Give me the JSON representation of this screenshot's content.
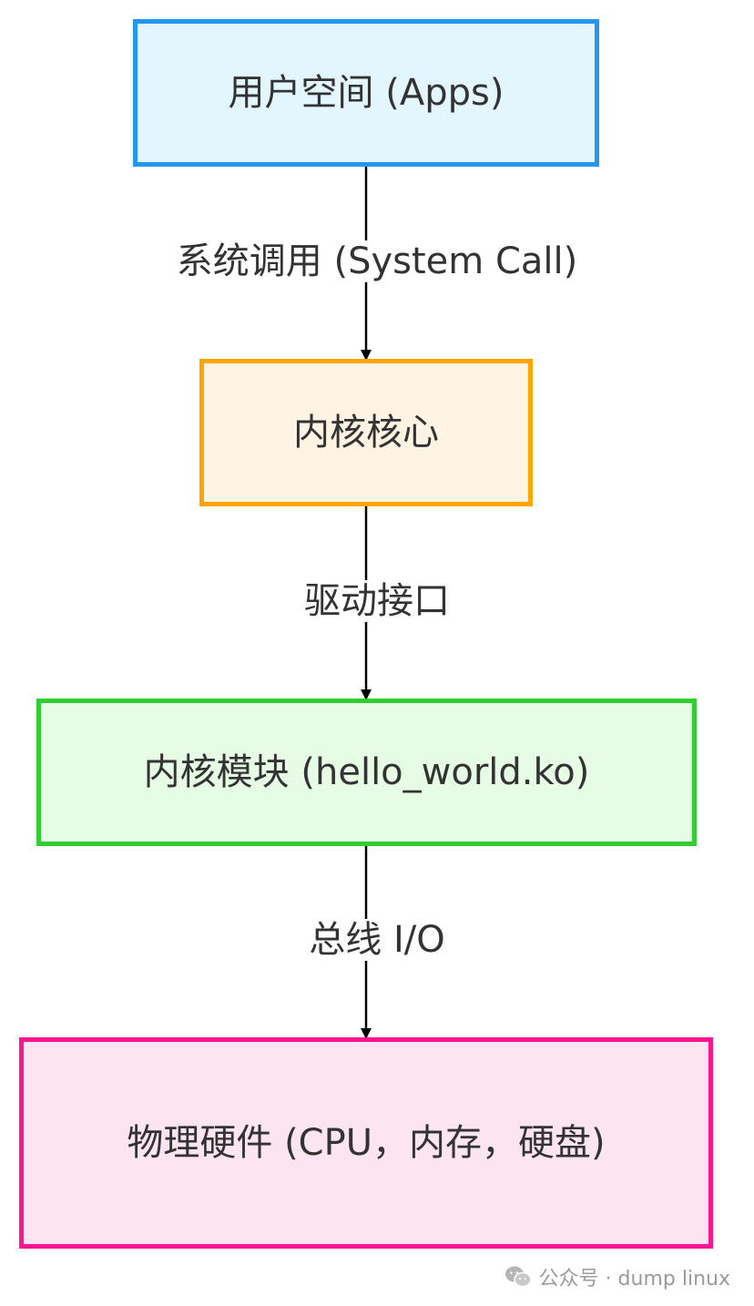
{
  "diagram": {
    "nodes": [
      {
        "id": "user",
        "label": "用户空间 (Apps)",
        "fill": "#E3F6FD",
        "stroke": "#2196F3"
      },
      {
        "id": "core",
        "label": "内核核心",
        "fill": "#FFF3E3",
        "stroke": "#FFA500"
      },
      {
        "id": "module",
        "label": "内核模块 (hello_world.ko)",
        "fill": "#E6FCE4",
        "stroke": "#32CD32"
      },
      {
        "id": "hw",
        "label": "物理硬件 (CPU，内存，硬盘)",
        "fill": "#FDE4F1",
        "stroke": "#FF1493"
      }
    ],
    "edges": [
      {
        "from": "user",
        "to": "core",
        "label": "系统调用 (System Call)"
      },
      {
        "from": "core",
        "to": "module",
        "label": "驱动接口"
      },
      {
        "from": "module",
        "to": "hw",
        "label": "总线 I/O"
      }
    ],
    "edge_color": "#000000"
  },
  "watermark": {
    "icon": "wechat-icon",
    "text": "公众号 · dump linux"
  }
}
